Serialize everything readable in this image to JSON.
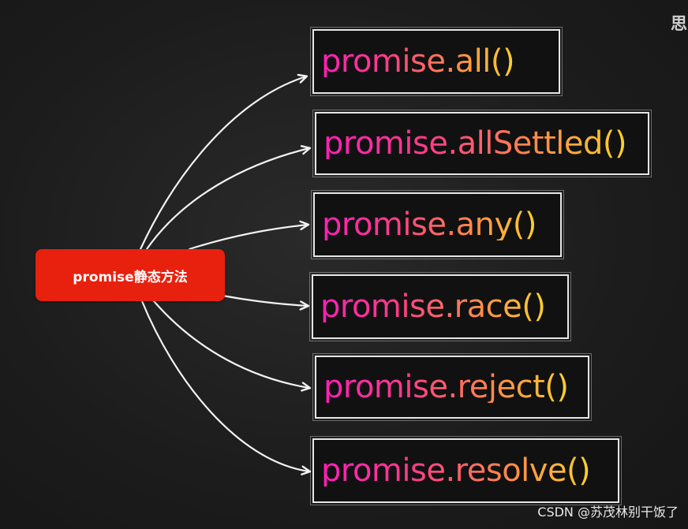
{
  "source": {
    "label": "promise静态方法",
    "color": "#e8200e"
  },
  "methods": [
    {
      "label": "promise.all()"
    },
    {
      "label": "promise.allSettled()"
    },
    {
      "label": "promise.any()"
    },
    {
      "label": "promise.race()"
    },
    {
      "label": "promise.reject()"
    },
    {
      "label": "promise.resolve()"
    }
  ],
  "corner_text": "思",
  "watermark": "CSDN @苏茂林别干饭了",
  "colors": {
    "background": "#1e1e1e",
    "arrow": "#f2f2f2",
    "text_gradient_start": "#ff1fb8",
    "text_gradient_end": "#ffd22a"
  }
}
